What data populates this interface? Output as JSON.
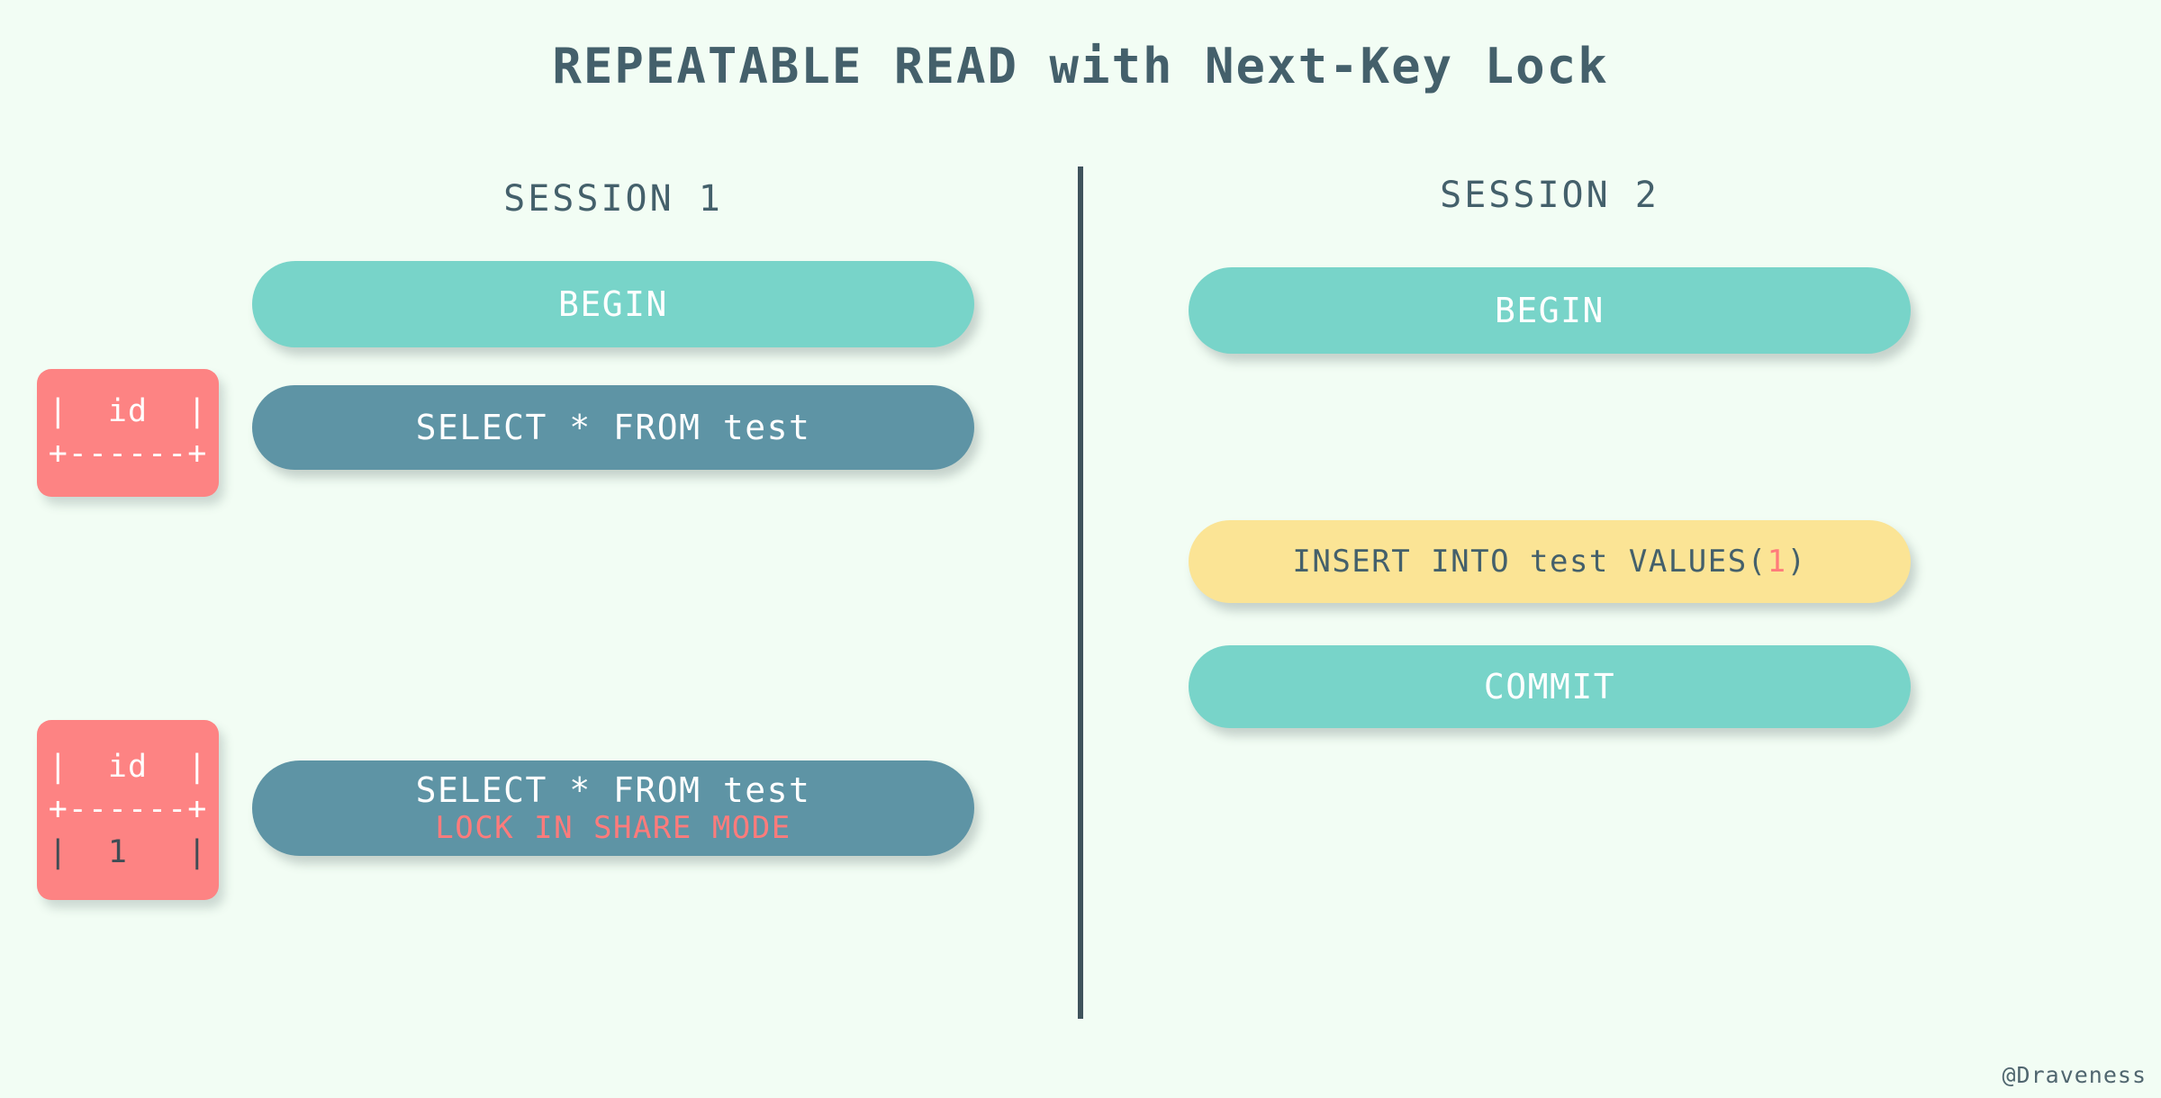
{
  "title": "REPEATABLE READ with Next-Key Lock",
  "colors": {
    "background": "#f2fdf4",
    "title_text": "#44606b",
    "divider": "#3f535c",
    "pill_teal": "#78d4c9",
    "pill_steel": "#5e94a5",
    "pill_yellow": "#fbe495",
    "result_box": "#fd8383",
    "accent_red": "#ff7b7b",
    "dark_text": "#3f4d55"
  },
  "sessions": {
    "session1": {
      "heading": "SESSION 1",
      "statements": [
        {
          "line1": "BEGIN",
          "line2": "",
          "style": "teal"
        },
        {
          "line1": "SELECT * FROM test",
          "line2": "",
          "style": "steel"
        },
        {
          "line1": "SELECT * FROM test",
          "line2": "LOCK IN SHARE MODE",
          "style": "steel"
        }
      ],
      "results": [
        {
          "rows": [
            {
              "text": "|  id  |",
              "dark": false
            },
            {
              "text": "+------+",
              "dark": false
            }
          ]
        },
        {
          "rows": [
            {
              "text": "|  id  |",
              "dark": false
            },
            {
              "text": "+------+",
              "dark": false
            },
            {
              "text": "|  1   |",
              "dark": true
            }
          ]
        }
      ]
    },
    "session2": {
      "heading": "SESSION 2",
      "statements": [
        {
          "line1": "BEGIN",
          "line2": "",
          "style": "teal"
        },
        {
          "prefix": "INSERT INTO test VALUES(",
          "accent": "1",
          "suffix": ")",
          "style": "yellow"
        },
        {
          "line1": "COMMIT",
          "line2": "",
          "style": "teal"
        }
      ]
    }
  },
  "watermark": "@Draveness"
}
